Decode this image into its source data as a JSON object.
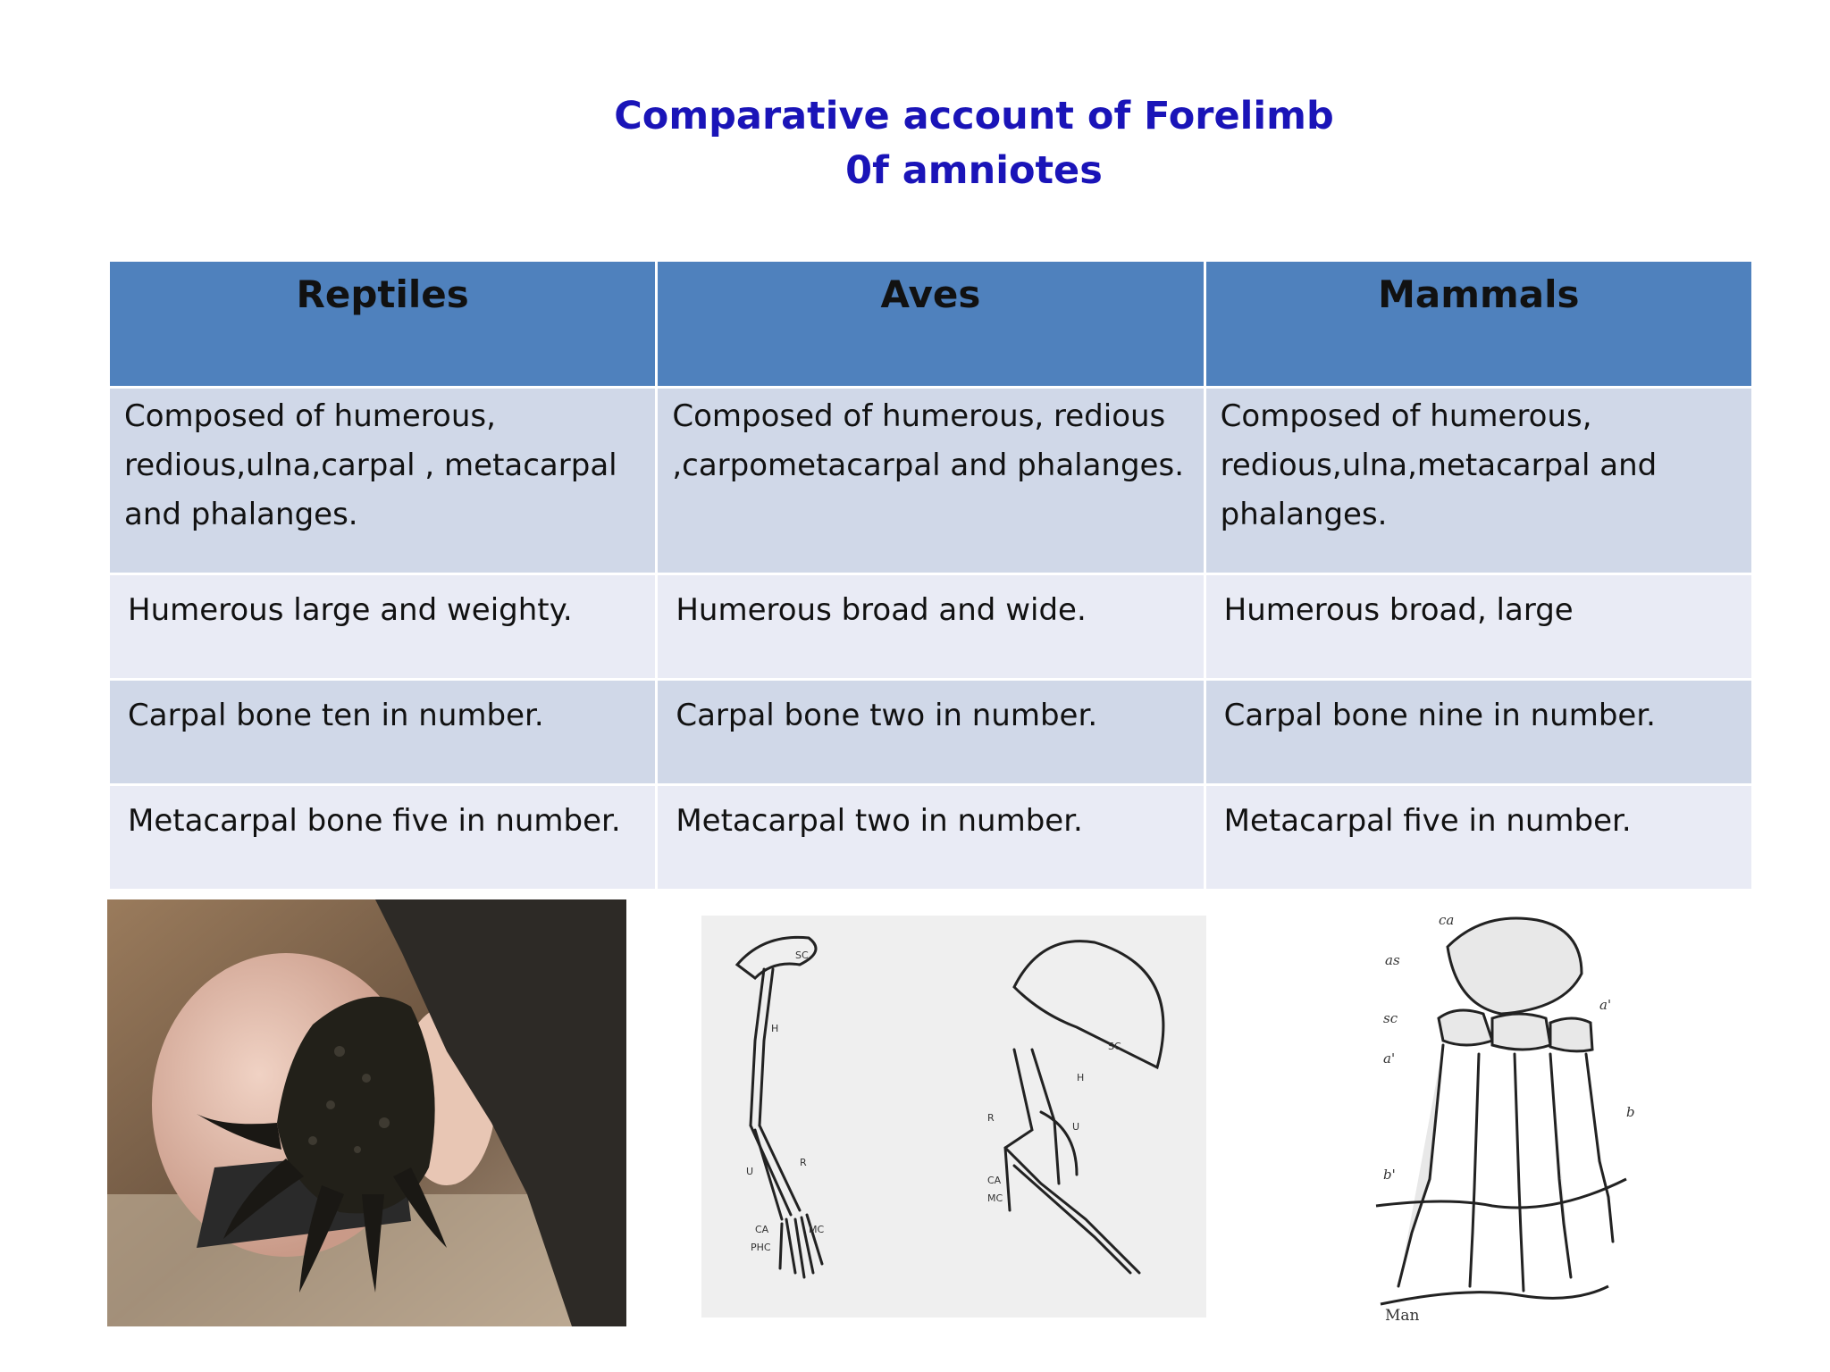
{
  "title": {
    "line1": "Comparative account of Forelimb",
    "line2": "0f amniotes"
  },
  "table": {
    "headers": [
      "Reptiles",
      "Aves",
      "Mammals"
    ],
    "rows": [
      [
        "Composed of humerous, redious,ulna,carpal , metacarpal and phalanges.",
        "Composed of humerous, redious ,carpometacarpal and phalanges.",
        "Composed of humerous, redious,ulna,metacarpal and phalanges."
      ],
      [
        "Humerous large and weighty.",
        "Humerous broad and wide.",
        "Humerous broad, large"
      ],
      [
        "Carpal bone ten in number.",
        "Carpal bone two in number.",
        "Carpal bone nine in number."
      ],
      [
        "Metacarpal bone five in number.",
        "Metacarpal two in number.",
        "Metacarpal five in number."
      ]
    ]
  },
  "images": {
    "reptile_photo": "reptile-forelimb-claw-photo",
    "aves_diagram": "bird-forelimb-skeleton-diagram",
    "mammal_diagram": "human-hand-skeleton-diagram",
    "mammal_caption": "Man"
  },
  "colors": {
    "title": "#1a14b8",
    "header_bg": "#4f81bd",
    "row_dark": "#d0d8e8",
    "row_light": "#e9ebf5"
  }
}
